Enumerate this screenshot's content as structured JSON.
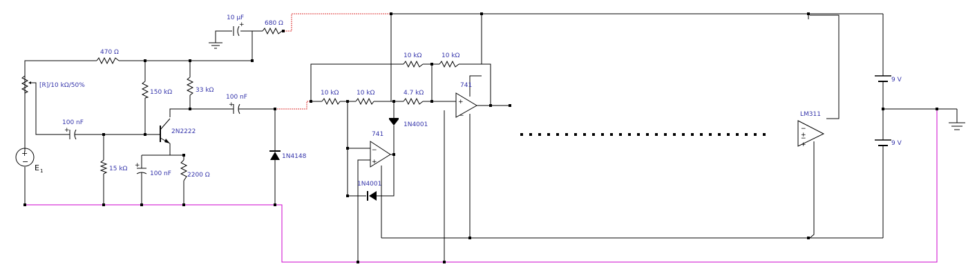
{
  "components": {
    "source": {
      "label": "E",
      "subscript": "1"
    },
    "pot": {
      "label": "[R]/10 kΩ/50%"
    },
    "r470": {
      "label": "470 Ω"
    },
    "r150k": {
      "label": "150 kΩ"
    },
    "r33k": {
      "label": "33 kΩ"
    },
    "r15k": {
      "label": "15 kΩ"
    },
    "r2200": {
      "label": "2200 Ω"
    },
    "r680": {
      "label": "680 Ω"
    },
    "c10u": {
      "label": "10 µF"
    },
    "c100n_in": {
      "label": "100 nF"
    },
    "c100n_em": {
      "label": "100 nF"
    },
    "c100n_out": {
      "label": "100 nF"
    },
    "q1": {
      "label": "2N2222"
    },
    "d1n4148": {
      "label": "1N4148"
    },
    "r10k_a": {
      "label": "10 kΩ"
    },
    "r10k_b": {
      "label": "10 kΩ"
    },
    "r10k_c": {
      "label": "10 kΩ"
    },
    "r10k_d": {
      "label": "10 kΩ"
    },
    "r4k7": {
      "label": "4.7 kΩ"
    },
    "opamp1": {
      "label": "741"
    },
    "opamp2": {
      "label": "741"
    },
    "d1n4001_a": {
      "label": "1N4001"
    },
    "d1n4001_b": {
      "label": "1N4001"
    },
    "lm311": {
      "label": "LM311"
    },
    "bat_top": {
      "label": "9 V"
    },
    "bat_bot": {
      "label": "9 V"
    }
  },
  "colors": {
    "wire": "#000000",
    "ground_rail": "#cc00cc",
    "signal_link": "#dd3333",
    "label": "#3333aa"
  }
}
